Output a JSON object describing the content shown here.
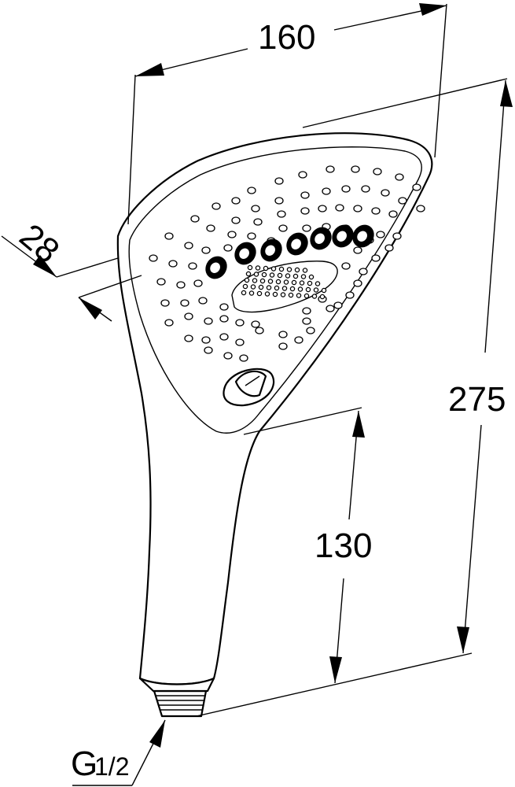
{
  "dimensions": {
    "width_label": "160",
    "depth_label": "28",
    "height_label": "275",
    "handle_label": "130",
    "thread_main": "G",
    "thread_sub": "1/2"
  },
  "colors": {
    "line": "#000000",
    "background": "#ffffff"
  }
}
